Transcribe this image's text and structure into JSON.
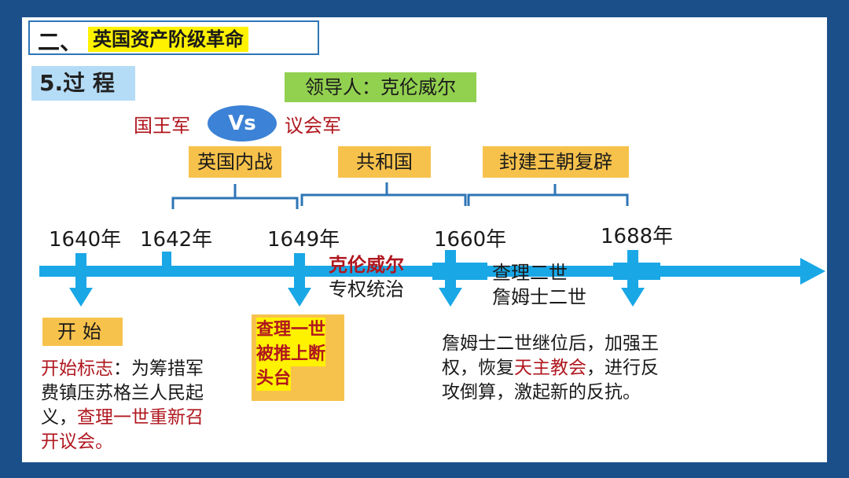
{
  "header": {
    "prefix": "二、",
    "title": "英国资产阶级革命"
  },
  "step": {
    "label": "5.过 程"
  },
  "leader": {
    "text": "领导人：克伦威尔"
  },
  "sides": {
    "left": "国王军",
    "vs": "Vs",
    "right": "议会军"
  },
  "periods": [
    {
      "label": "英国内战"
    },
    {
      "label": "共和国"
    },
    {
      "label": "封建王朝复辟"
    }
  ],
  "years": [
    "1640年",
    "1642年",
    "1649年",
    "1660年",
    "1688年"
  ],
  "start": {
    "label": "开始",
    "sign_prefix": "开始标志",
    "sign_text": "：为筹措军费镇压苏格兰人民起义，",
    "sign_highlight": "查理一世",
    "sign_end": "重新召开议会。"
  },
  "execution": {
    "lines": [
      "查理一世",
      "被推上断",
      "头台"
    ]
  },
  "cromwell": {
    "name": "克伦威尔",
    "rule": "专权统治"
  },
  "restoration": {
    "kings": [
      "查理二世",
      "詹姆士二世"
    ]
  },
  "james": {
    "text_before": "詹姆士二世继位后，加强王权，恢复",
    "highlight": "天主教会",
    "text_after": "，进行反攻倒算，激起新的反抗。"
  },
  "colors": {
    "arrow": "#19a7e6",
    "bracket": "#2e75b6",
    "period_fill": "#f7c24c",
    "highlight": "#fff200",
    "accent_red": "#b0171f"
  }
}
